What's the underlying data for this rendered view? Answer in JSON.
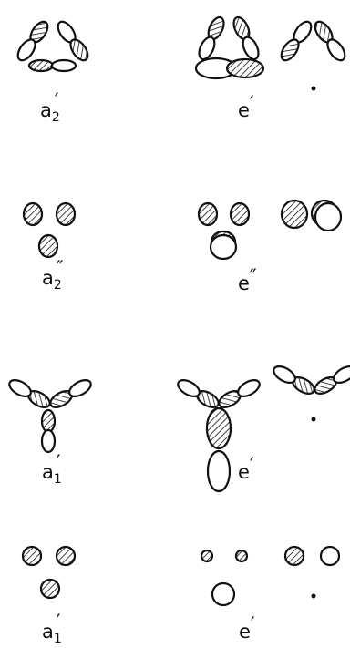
{
  "diagram": {
    "rows": [
      {
        "left_label": {
          "main": "a",
          "sub": "2",
          "prime": "′"
        },
        "right_label": {
          "main": "e",
          "prime": "′"
        }
      },
      {
        "left_label": {
          "main": "a",
          "sub": "2",
          "prime": "″"
        },
        "right_label": {
          "main": "e",
          "prime": "″"
        }
      },
      {
        "left_label": {
          "main": "a",
          "sub": "1",
          "prime": "′"
        },
        "right_label": {
          "main": "e",
          "prime": "′"
        }
      },
      {
        "left_label": {
          "main": "a",
          "sub": "1",
          "prime": "′"
        },
        "right_label": {
          "main": "e",
          "prime": "′"
        }
      }
    ]
  }
}
